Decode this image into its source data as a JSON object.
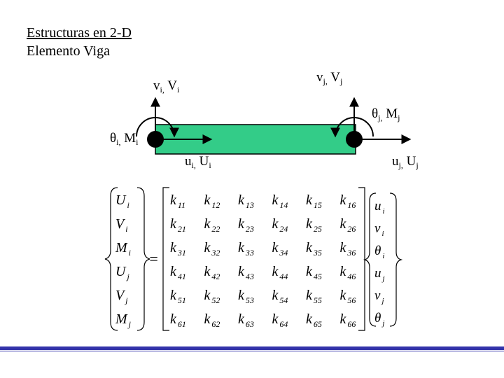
{
  "title": "Estructuras en 2-D",
  "subtitle": "Elemento Viga",
  "colors": {
    "beam_fill": "#33cc88",
    "node": "#000000",
    "bottom_rule": "#3333aa"
  },
  "labels": {
    "vi": "v",
    "vi_sub": "i,",
    "Vi": "V",
    "Vi_sub": "i",
    "vj": "v",
    "vj_sub": "j,",
    "Vj": "V",
    "Vj_sub": "j",
    "thi": "θ",
    "thi_sub": "i,",
    "Mi": "M",
    "Mi_sub": "i",
    "thj": "θ",
    "thj_sub": "j,",
    "Mj": "M",
    "Mj_sub": "j",
    "ui": "u",
    "ui_sub": "i,",
    "Ui": "U",
    "Ui_sub": "i",
    "uj": "u",
    "uj_sub": "j,",
    "Uj": "U",
    "Uj_sub": "j"
  },
  "equation": {
    "lhs": [
      {
        "base": "U",
        "sub": "i"
      },
      {
        "base": "V",
        "sub": "i"
      },
      {
        "base": "M",
        "sub": "i"
      },
      {
        "base": "U",
        "sub": "j"
      },
      {
        "base": "V",
        "sub": "j"
      },
      {
        "base": "M",
        "sub": "j"
      }
    ],
    "equals": "=",
    "matrix": [
      [
        "11",
        "12",
        "13",
        "14",
        "15",
        "16"
      ],
      [
        "21",
        "22",
        "23",
        "24",
        "25",
        "26"
      ],
      [
        "31",
        "32",
        "33",
        "34",
        "35",
        "36"
      ],
      [
        "41",
        "42",
        "43",
        "44",
        "45",
        "46"
      ],
      [
        "51",
        "52",
        "53",
        "54",
        "55",
        "56"
      ],
      [
        "61",
        "62",
        "63",
        "64",
        "65",
        "66"
      ]
    ],
    "matrix_base": "k",
    "rhs": [
      {
        "base": "u",
        "sub": "i"
      },
      {
        "base": "v",
        "sub": "i"
      },
      {
        "base": "θ",
        "sub": "i"
      },
      {
        "base": "u",
        "sub": "j"
      },
      {
        "base": "v",
        "sub": "j"
      },
      {
        "base": "θ",
        "sub": "j"
      }
    ]
  }
}
